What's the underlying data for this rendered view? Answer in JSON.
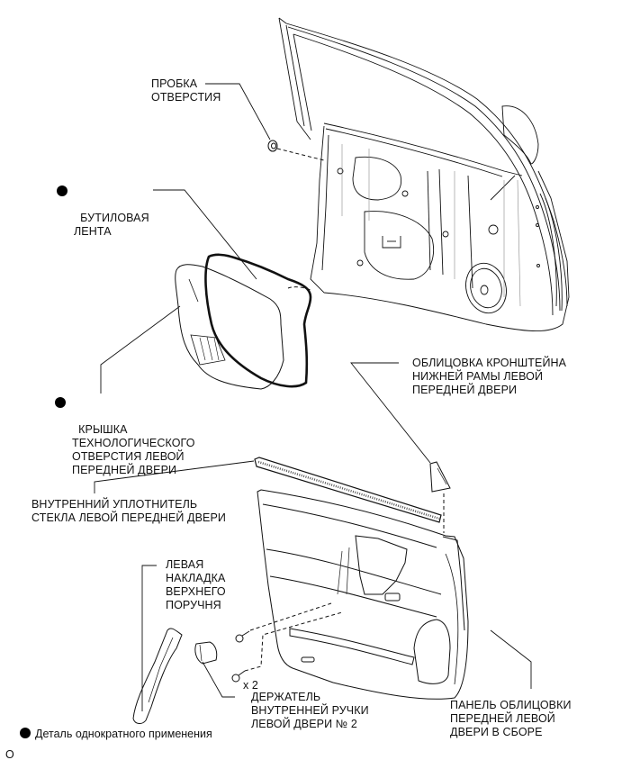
{
  "diagram": {
    "title": "Front door trim exploded view (left front door)",
    "labels": {
      "hole_plug": "ПРОБКА\nОТВЕРСТИЯ",
      "butyl_tape": "БУТИЛОВАЯ\nЛЕНТА",
      "service_hole_cover": "КРЫШКА\nТЕХНОЛОГИЧЕСКОГО\nОТВЕРСТИЯ ЛЕВОЙ\nПЕРЕДНЕЙ ДВЕРИ",
      "frame_bracket_garnish": "ОБЛИЦОВКА КРОНШТЕЙНА\nНИЖНЕЙ РАМЫ ЛЕВОЙ\nПЕРЕДНЕЙ ДВЕРИ",
      "glass_inner_weatherstrip": "ВНУТРЕННИЙ УПЛОТНИТЕЛЬ\nСТЕКЛА ЛЕВОЙ ПЕРЕДНЕЙ ДВЕРИ",
      "armrest_upper_cover": "ЛЕВАЯ\nНАКЛАДКА\nВЕРХНЕГО\nПОРУЧНЯ",
      "inside_handle_bezel": "ДЕРЖАТЕЛЬ\nВНУТРЕННЕЙ РУЧКИ\nЛЕВОЙ ДВЕРИ № 2",
      "door_trim_board": "ПАНЕЛЬ ОБЛИЦОВКИ\nПЕРЕДНЕЙ ЛЕВОЙ\nДВЕРИ В СБОРЕ",
      "screw_qty": "x 2"
    },
    "non_reusable_parts": [
      "butyl_tape",
      "service_hole_cover"
    ],
    "legend": {
      "symbol": "filled-circle",
      "text": "Деталь однократного применения"
    },
    "footer_code": "O",
    "colors": {
      "line": "#111111",
      "hatch": "#555555",
      "background": "#ffffff"
    }
  }
}
